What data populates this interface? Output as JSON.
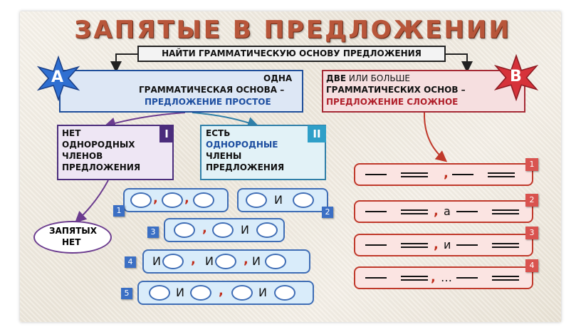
{
  "title": "ЗАПЯТЫЕ В ПРЕДЛОЖЕНИИ",
  "top_box": "НАЙТИ ГРАММАТИЧЕСКУЮ ОСНОВУ ПРЕДЛОЖЕНИЯ",
  "box_a": {
    "star": "А",
    "line1": "ОДНА",
    "line2": "ГРАММАТИЧЕСКАЯ ОСНОВА –",
    "line3": "ПРЕДЛОЖЕНИЕ ПРОСТОЕ"
  },
  "box_b": {
    "star": "В",
    "line1_bold": "ДВЕ",
    "line1_rest": " ИЛИ БОЛЬШЕ",
    "line2": "ГРАММАТИЧЕСКИХ ОСНОВ –",
    "line3": "ПРЕДЛОЖЕНИЕ СЛОЖНОЕ"
  },
  "box_i": {
    "roman": "I",
    "lines": [
      "НЕТ",
      "ОДНОРОДНЫХ",
      "ЧЛЕНОВ",
      "ПРЕДЛОЖЕНИЯ"
    ]
  },
  "box_ii": {
    "roman": "II",
    "lines": [
      "ЕСТЬ",
      "ОДНОРОДНЫЕ",
      "ЧЛЕНЫ",
      "ПРЕДЛОЖЕНИЯ"
    ]
  },
  "no_commas": [
    "ЗАПЯТЫХ",
    "НЕТ"
  ],
  "simple_schemes": {
    "n1": "1",
    "n2": "2",
    "n3": "3",
    "n4": "4",
    "n5": "5",
    "comma": ",",
    "and": "И"
  },
  "complex_schemes": {
    "n1": "1",
    "n2": "2",
    "n3": "3",
    "n4": "4",
    "comma": ",",
    "conj2": "а",
    "conj3": "и",
    "conj4": "…"
  },
  "colors": {
    "title": "#b8563a",
    "blue_box": "#dde7f5",
    "red_box": "#f6dfe0",
    "comma": "#c0301f"
  }
}
